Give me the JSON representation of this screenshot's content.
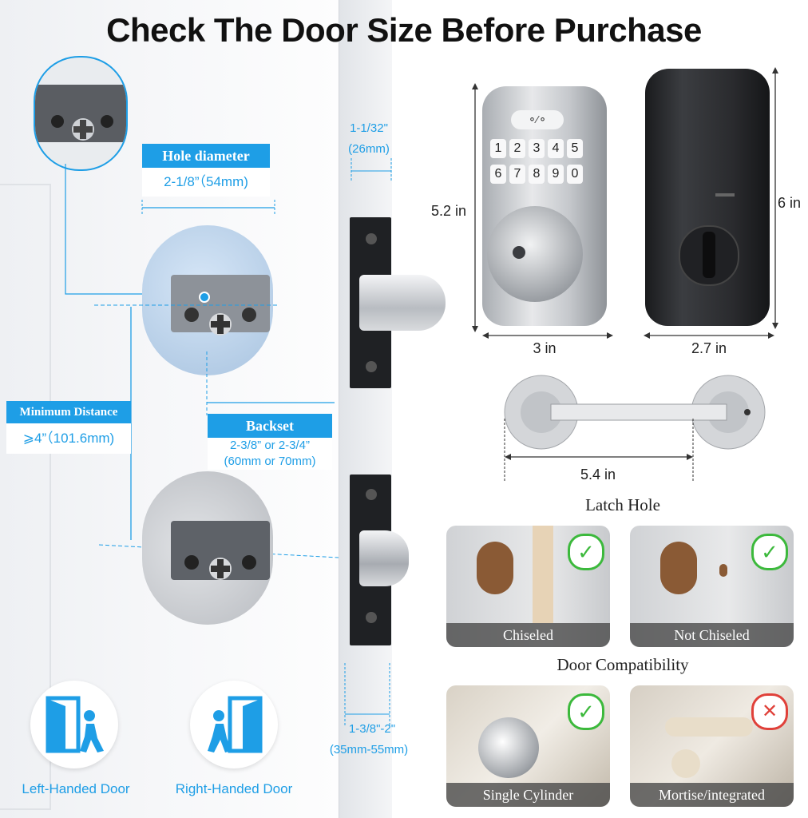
{
  "title": "Check The Door Size Before Purchase",
  "hole_diameter": {
    "label": "Hole diameter",
    "value": "2-1/8”（54mm)"
  },
  "minimum_distance": {
    "label": "Minimum Distance",
    "value": "⩾4”（101.6mm)"
  },
  "backset": {
    "label": "Backset",
    "line1": "2-3/8”  or  2-3/4”",
    "line2": "(60mm or 70mm)"
  },
  "faceplate_thickness": {
    "line1": "1-1/32\"",
    "line2": "(26mm)"
  },
  "door_thickness": {
    "line1": "1-3/8\"-2\"",
    "line2": "(35mm-55mm)"
  },
  "door_handing": {
    "left": "Left-Handed Door",
    "right": "Right-Handed Door"
  },
  "lock_dimensions": {
    "height_front": "5.2 in",
    "height_back": "6 in",
    "width_front": "3 in",
    "width_back": "2.7 in",
    "latch_length": "5.4 in"
  },
  "keypad": {
    "row1": [
      "1",
      "2",
      "3",
      "4",
      "5"
    ],
    "row2": [
      "6",
      "7",
      "8",
      "9",
      "0"
    ]
  },
  "latch_hole": {
    "title": "Latch Hole",
    "options": [
      {
        "label": "Chiseled",
        "status": "compatible"
      },
      {
        "label": "Not Chiseled",
        "status": "compatible"
      }
    ]
  },
  "door_compatibility": {
    "title": "Door Compatibility",
    "options": [
      {
        "label": "Single Cylinder",
        "status": "compatible"
      },
      {
        "label": "Mortise/integrated",
        "status": "incompatible"
      }
    ]
  },
  "colors": {
    "accent": "#1e9ee6",
    "check": "#3cb93c",
    "cross": "#e0413a"
  }
}
